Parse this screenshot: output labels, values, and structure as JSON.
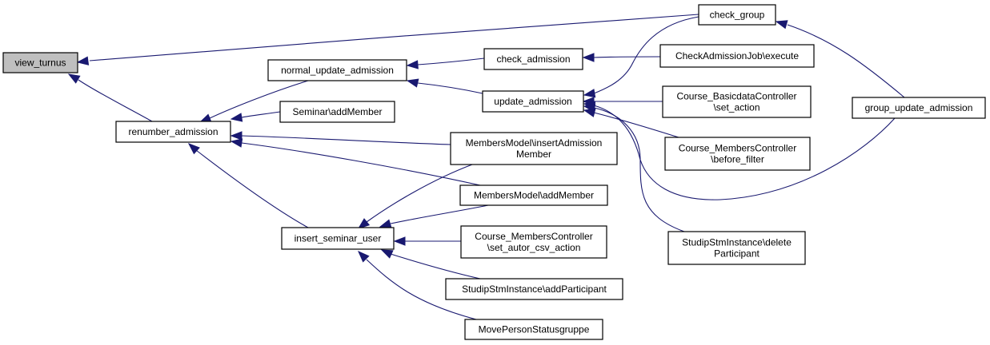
{
  "graph": {
    "type": "caller-graph",
    "colors": {
      "edge": "#191970",
      "root_fill": "#bfbfbf",
      "node_fill": "#ffffff",
      "node_border": "#000000"
    },
    "nodes": [
      {
        "id": "view_turnus",
        "lines": [
          "view_turnus"
        ],
        "root": true
      },
      {
        "id": "renumber_admission",
        "lines": [
          "renumber_admission"
        ]
      },
      {
        "id": "normal_update_admission",
        "lines": [
          "normal_update_admission"
        ]
      },
      {
        "id": "seminar_addmember",
        "lines": [
          "Seminar\\addMember"
        ]
      },
      {
        "id": "insert_seminar_user",
        "lines": [
          "insert_seminar_user"
        ]
      },
      {
        "id": "check_admission",
        "lines": [
          "check_admission"
        ]
      },
      {
        "id": "update_admission",
        "lines": [
          "update_admission"
        ]
      },
      {
        "id": "membersmodel_insertadmissionmember",
        "lines": [
          "MembersModel\\insertAdmission",
          "Member"
        ]
      },
      {
        "id": "membersmodel_addmember",
        "lines": [
          "MembersModel\\addMember"
        ]
      },
      {
        "id": "course_memberscontroller_set_autor_csv_action",
        "lines": [
          "Course_MembersController",
          "\\set_autor_csv_action"
        ]
      },
      {
        "id": "studipstminstance_addparticipant",
        "lines": [
          "StudipStmInstance\\addParticipant"
        ]
      },
      {
        "id": "movepersonstatusgruppe",
        "lines": [
          "MovePersonStatusgruppe"
        ]
      },
      {
        "id": "check_group",
        "lines": [
          "check_group"
        ]
      },
      {
        "id": "checkadmissionjob_execute",
        "lines": [
          "CheckAdmissionJob\\execute"
        ]
      },
      {
        "id": "course_basicdatacontroller_set_action",
        "lines": [
          "Course_BasicdataController",
          "\\set_action"
        ]
      },
      {
        "id": "course_memberscontroller_before_filter",
        "lines": [
          "Course_MembersController",
          "\\before_filter"
        ]
      },
      {
        "id": "studipstminstance_deleteparticipant",
        "lines": [
          "StudipStmInstance\\delete",
          "Participant"
        ]
      },
      {
        "id": "group_update_admission",
        "lines": [
          "group_update_admission"
        ]
      }
    ],
    "edges": [
      {
        "from": "check_group",
        "to": "view_turnus"
      },
      {
        "from": "renumber_admission",
        "to": "view_turnus"
      },
      {
        "from": "normal_update_admission",
        "to": "renumber_admission"
      },
      {
        "from": "seminar_addmember",
        "to": "renumber_admission"
      },
      {
        "from": "membersmodel_insertadmissionmember",
        "to": "renumber_admission"
      },
      {
        "from": "membersmodel_addmember",
        "to": "renumber_admission"
      },
      {
        "from": "insert_seminar_user",
        "to": "renumber_admission"
      },
      {
        "from": "check_admission",
        "to": "normal_update_admission"
      },
      {
        "from": "update_admission",
        "to": "normal_update_admission"
      },
      {
        "from": "checkadmissionjob_execute",
        "to": "check_admission"
      },
      {
        "from": "check_group",
        "to": "update_admission"
      },
      {
        "from": "course_basicdatacontroller_set_action",
        "to": "update_admission"
      },
      {
        "from": "course_memberscontroller_before_filter",
        "to": "update_admission"
      },
      {
        "from": "group_update_admission",
        "to": "update_admission"
      },
      {
        "from": "studipstminstance_deleteparticipant",
        "to": "update_admission"
      },
      {
        "from": "group_update_admission",
        "to": "check_group"
      },
      {
        "from": "membersmodel_insertadmissionmember",
        "to": "insert_seminar_user"
      },
      {
        "from": "membersmodel_addmember",
        "to": "insert_seminar_user"
      },
      {
        "from": "course_memberscontroller_set_autor_csv_action",
        "to": "insert_seminar_user"
      },
      {
        "from": "studipstminstance_addparticipant",
        "to": "insert_seminar_user"
      },
      {
        "from": "movepersonstatusgruppe",
        "to": "insert_seminar_user"
      }
    ]
  }
}
